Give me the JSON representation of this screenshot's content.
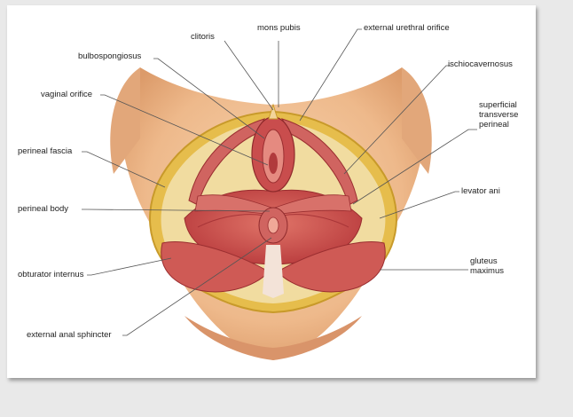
{
  "labels": {
    "clitoris": "clitoris",
    "mons_pubis": "mons pubis",
    "external_urethral_orifice": "external urethral orifice",
    "bulbospongiosus": "bulbospongiosus",
    "ischiocavernosus": "ischiocavernosus",
    "vaginal_orifice": "vaginal orifice",
    "superficial_transverse_perineal": "superficial\ntransverse\nperineal",
    "perineal_fascia": "perineal fascia",
    "levator_ani": "levator ani",
    "perineal_body": "perineal body",
    "obturator_internus": "obturator internus",
    "gluteus_maximus": "gluteus\nmaximus",
    "external_anal_sphincter": "external anal sphincter"
  },
  "colors": {
    "skin": "#f0c49a",
    "skin_shadow": "#d99a6a",
    "fat": "#e8c04a",
    "muscle": "#c84a4a",
    "muscle_light": "#e07a6e",
    "tendon": "#f3e3d8"
  }
}
